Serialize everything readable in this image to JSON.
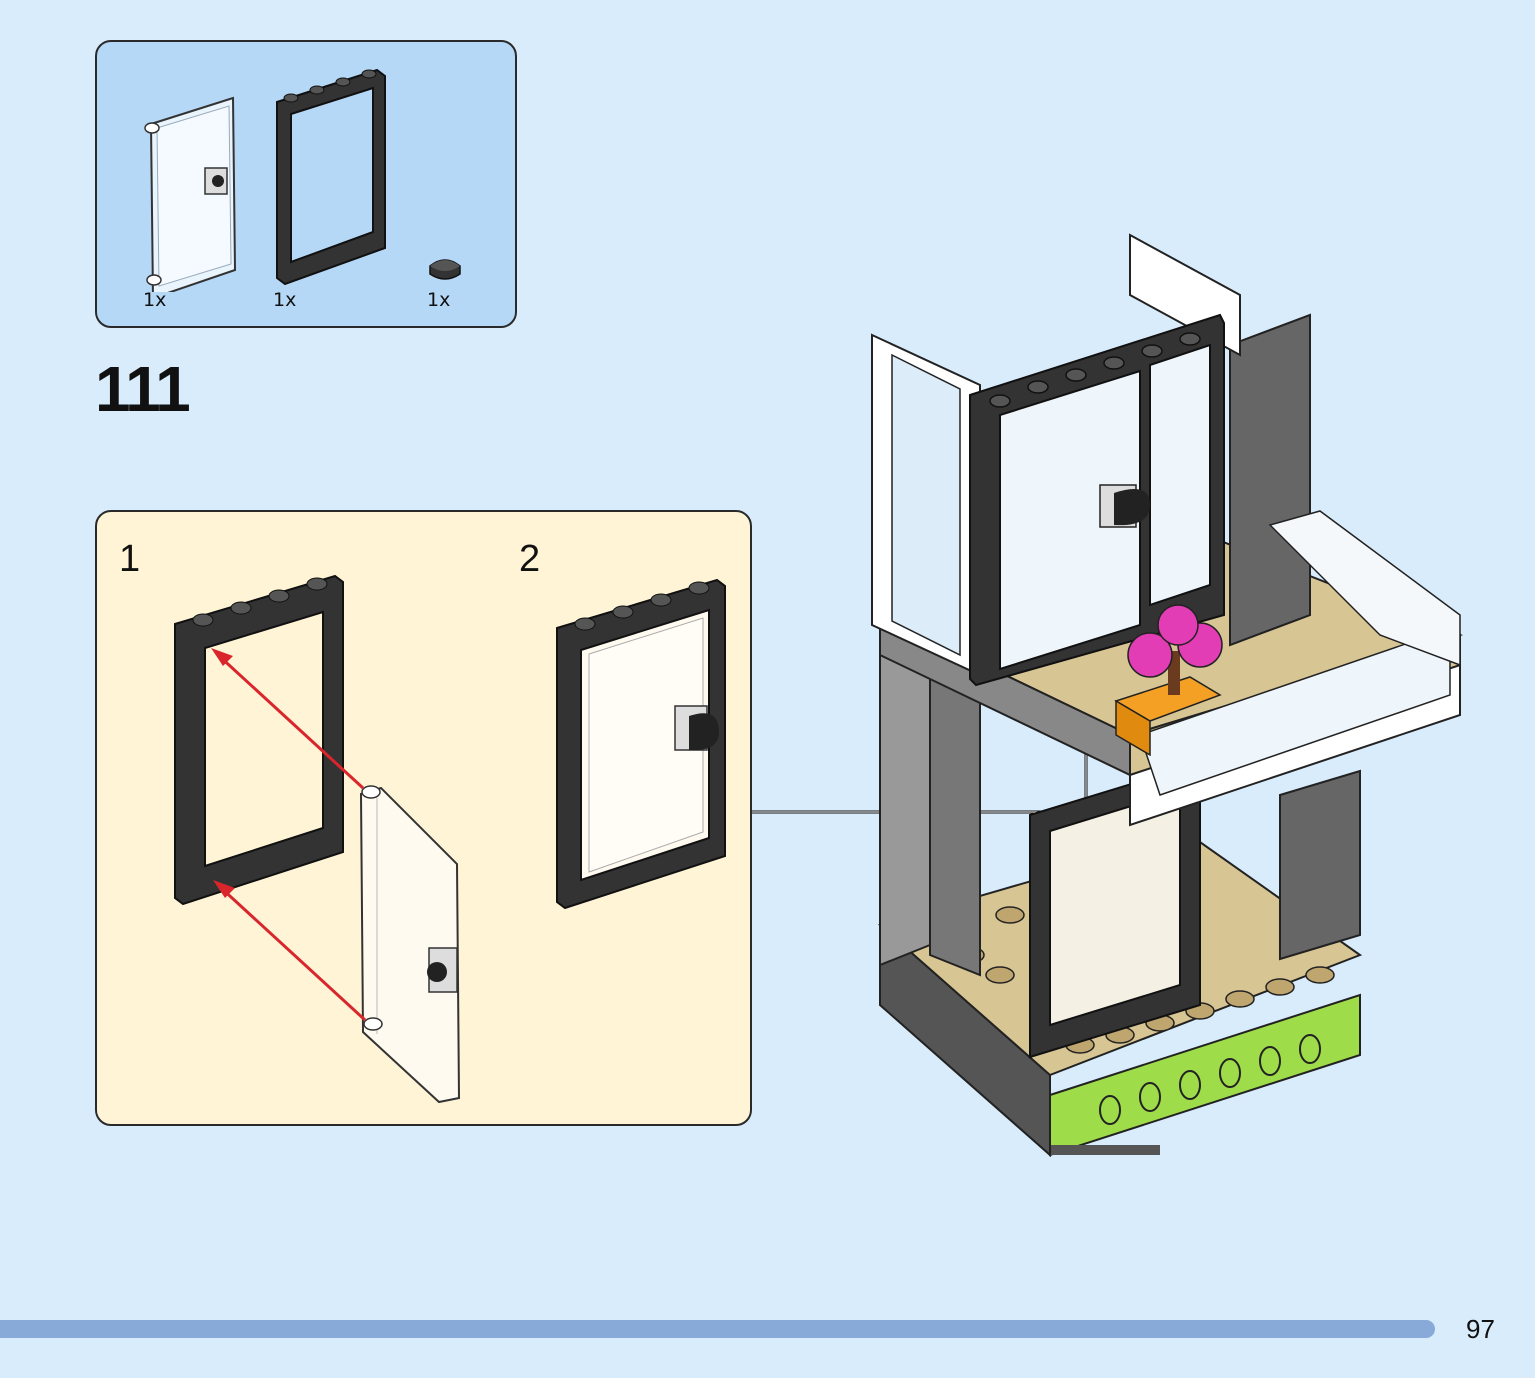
{
  "parts_list": {
    "items": [
      {
        "part": "transparent-door-panel-icon",
        "quantity": "1x"
      },
      {
        "part": "black-door-frame-icon",
        "quantity": "1x"
      },
      {
        "part": "black-round-tile-icon",
        "quantity": "1x"
      }
    ]
  },
  "step": {
    "number": "111",
    "substeps": [
      {
        "label": "1"
      },
      {
        "label": "2"
      }
    ]
  },
  "colors": {
    "page_background": "#d8ecfb",
    "parts_box": "#b6d8f7",
    "substep_box": "#fff5d6",
    "arrow": "#d9262c",
    "frame": "#333333",
    "baseplate_green": "#9fdc4a",
    "tan": "#d8c594"
  },
  "page_number": "97"
}
